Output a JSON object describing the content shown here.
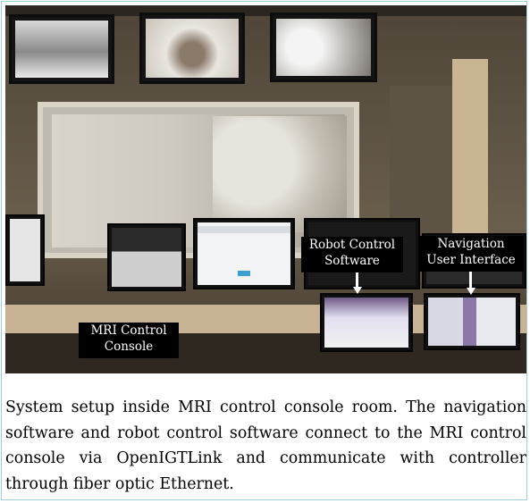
{
  "photo": {
    "labels": {
      "robot_control": "Robot Control\nSoftware",
      "navigation": "Navigation\nUser Interface",
      "mri_console": "MRI Control\nConsole"
    }
  },
  "caption": "System setup inside MRI control console room. The navigation software and robot control software connect to the MRI control console via OpenIGTLink and communicate with controller through fiber optic Ethernet."
}
